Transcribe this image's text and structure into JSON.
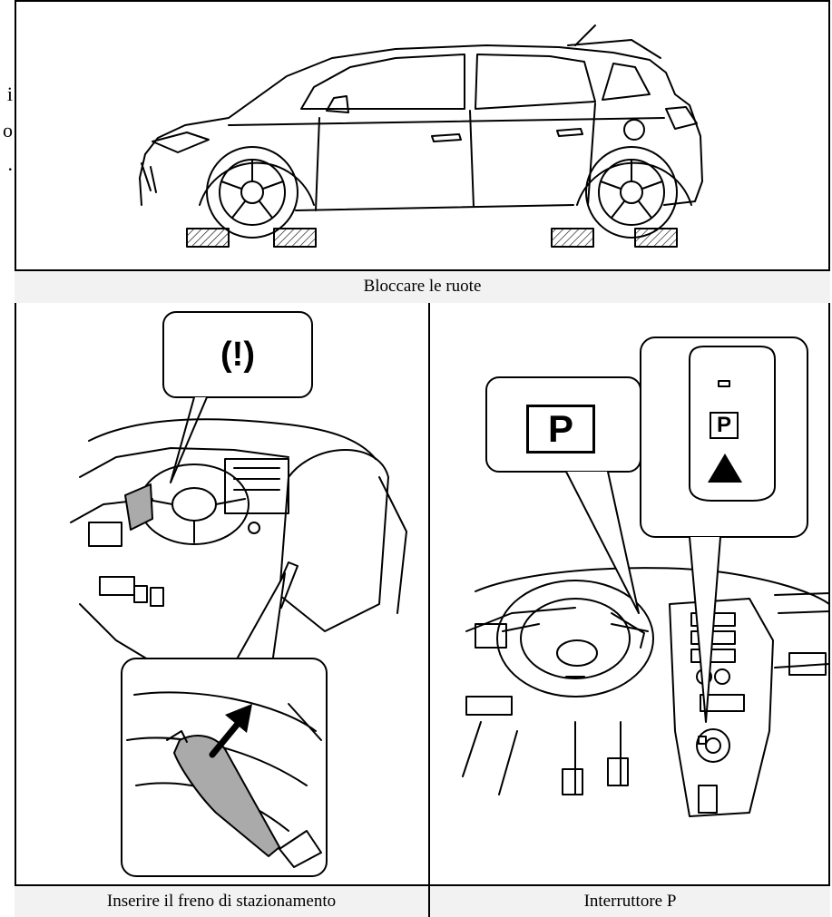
{
  "left_margin_fragment": [
    "i",
    "o",
    "."
  ],
  "captions": {
    "top": "Bloccare le ruote",
    "bottom_left": "Inserire il freno di stazionamento",
    "bottom_right": "Interruttore P"
  },
  "callouts": {
    "brake_warning_symbol": "(!)",
    "p_indicator_large": "P",
    "p_switch_button": "P"
  },
  "icons": [
    "brake-warning-icon",
    "upward-arrow-icon",
    "p-switch-icon"
  ]
}
